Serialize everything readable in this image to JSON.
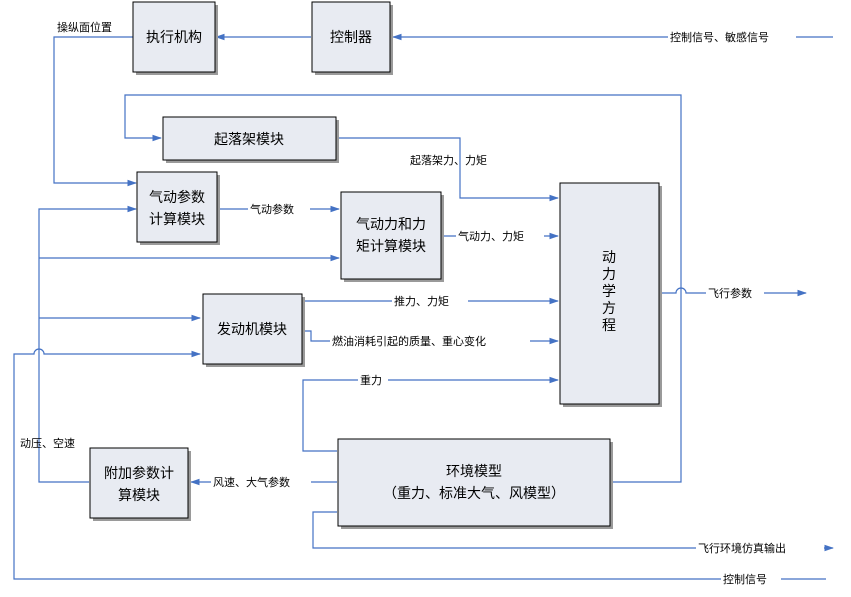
{
  "colors": {
    "line": "#4472c4",
    "box_fill": "#e8ebf2",
    "box_stroke": "#000000"
  },
  "blocks": {
    "actuator": "执行机构",
    "controller": "控制器",
    "landing_gear": "起落架模块",
    "aero_param": [
      "气动参数",
      "计算模块"
    ],
    "aero_force": [
      "气动力和力",
      "矩计算模块"
    ],
    "engine": "发动机模块",
    "dynamics": [
      "动",
      "力",
      "学",
      "方",
      "程"
    ],
    "environment": [
      "环境模型",
      "（重力、标准大气、风模型）"
    ],
    "aux_param": [
      "附加参数计",
      "算模块"
    ]
  },
  "labels": {
    "control_surface_position": "操纵面位置",
    "control_and_sensor_signal": "控制信号、敏感信号",
    "landing_gear_force": "起落架力、力矩",
    "aero_params": "气动参数",
    "aero_force_moment": "气动力、力矩",
    "flight_params": "飞行参数",
    "thrust_moment": "推力、力矩",
    "fuel_mass_cg": "燃油消耗引起的质量、重心变化",
    "gravity": "重力",
    "dynamic_pressure_airspeed": "动压、空速",
    "wind_atmosphere": "风速、大气参数",
    "env_sim_output": "飞行环境仿真输出",
    "control_signal": "控制信号"
  }
}
